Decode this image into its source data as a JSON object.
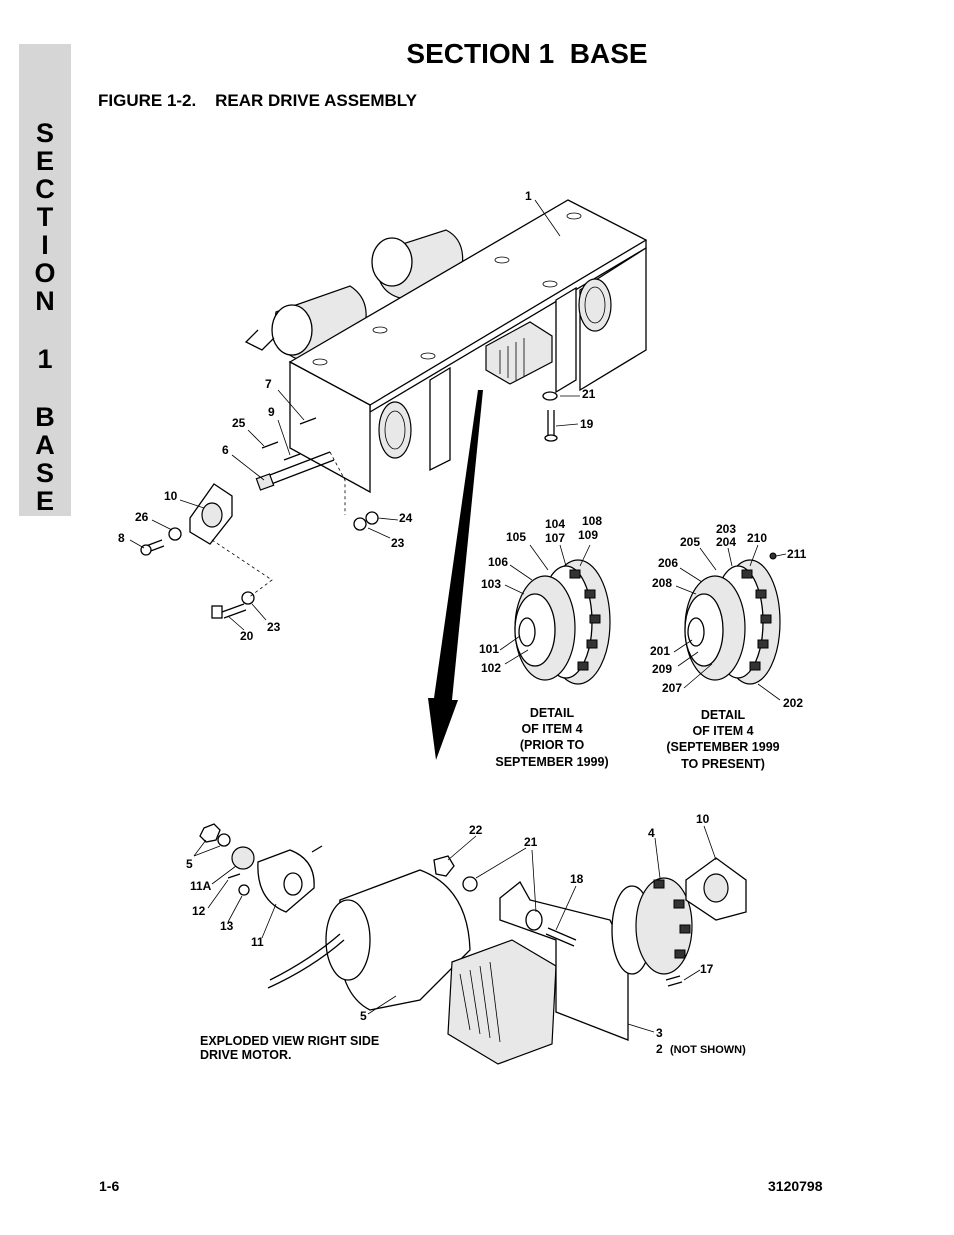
{
  "header": {
    "section_title": "SECTION 1  BASE",
    "figure_title": "FIGURE 1-2.    REAR DRIVE ASSEMBLY"
  },
  "side_tab": {
    "letters": [
      "S",
      "E",
      "C",
      "T",
      "I",
      "O",
      "N",
      "1",
      "B",
      "A",
      "S",
      "E"
    ]
  },
  "callouts": {
    "c1": "1",
    "c7": "7",
    "c9": "9",
    "c25": "25",
    "c6": "6",
    "c10a": "10",
    "c26": "26",
    "c8": "8",
    "c21a": "21",
    "c19": "19",
    "c24": "24",
    "c23a": "23",
    "c23b": "23",
    "c20": "20",
    "c104": "104",
    "c108": "108",
    "c105": "105",
    "c107": "107",
    "c109": "109",
    "c106": "106",
    "c103": "103",
    "c101": "101",
    "c102": "102",
    "c203": "203",
    "c205": "205",
    "c204": "204",
    "c210": "210",
    "c211": "211",
    "c206": "206",
    "c208": "208",
    "c201": "201",
    "c209": "209",
    "c207": "207",
    "c202": "202",
    "c5a": "5",
    "c11A": "11A",
    "c12": "12",
    "c13": "13",
    "c11": "11",
    "c22": "22",
    "c21b": "21",
    "c18": "18",
    "c4": "4",
    "c10b": "10",
    "c17": "17",
    "c5b": "5",
    "c3": "3",
    "c2": "2"
  },
  "captions": {
    "detail_1": [
      "DETAIL",
      "OF ITEM 4",
      "(PRIOR TO",
      "SEPTEMBER 1999)"
    ],
    "detail_2": [
      "DETAIL",
      "OF ITEM 4",
      "(SEPTEMBER 1999",
      "TO PRESENT)"
    ],
    "exploded": [
      "EXPLODED VIEW RIGHT SIDE",
      "DRIVE MOTOR."
    ],
    "not_shown": "(NOT SHOWN)"
  },
  "footer": {
    "page_number": "1-6",
    "doc_number": "3120798"
  }
}
